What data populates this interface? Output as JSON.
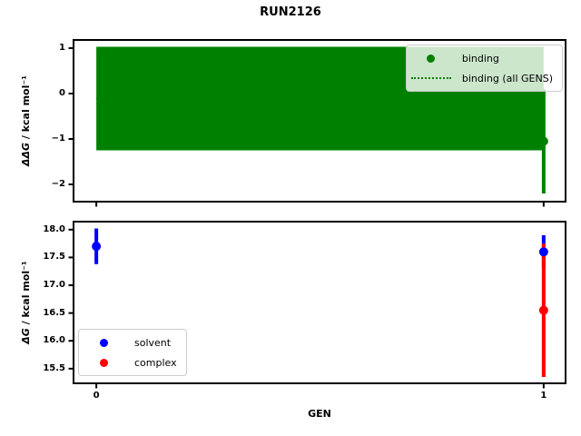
{
  "title": "RUN2126",
  "colors": {
    "binding": "#008000",
    "solvent": "#0000ff",
    "complex": "#ff0000",
    "axis": "#000000",
    "legend_border": "#cccccc"
  },
  "chart_data": [
    {
      "type": "scatter",
      "panel": "binding-panel",
      "title": "RUN2126",
      "xlabel": "",
      "ylabel": "ΔΔG / kcal mol⁻¹",
      "ylabel_parts": [
        "ΔΔG",
        " / kcal mol⁻¹"
      ],
      "xlim": [
        -0.053,
        1.051
      ],
      "ylim": [
        -2.4,
        1.2
      ],
      "ytick_values": [
        1,
        0,
        -1,
        -2
      ],
      "ytick_labels": [
        "1",
        "0",
        "−1",
        "−2"
      ],
      "xtick_values": [
        0,
        1
      ],
      "xtick_labels": [],
      "grid": false,
      "legend_position": "upper-right",
      "series": [
        {
          "name": "binding",
          "style": "errorbar-scatter",
          "color": "#008000",
          "x": [
            1
          ],
          "y": [
            -1.05
          ],
          "yerr": [
            1.15
          ]
        },
        {
          "name": "binding (all GENS)",
          "style": "band-with-dotted-line",
          "color": "#008000",
          "value": -0.11,
          "band_low": -1.25,
          "band_high": 1.03,
          "x_range": [
            0,
            1
          ]
        }
      ]
    },
    {
      "type": "scatter",
      "panel": "dg-panel",
      "xlabel": "GEN",
      "ylabel": "ΔG / kcal mol⁻¹",
      "ylabel_parts": [
        "ΔG",
        " / kcal mol⁻¹"
      ],
      "xlim": [
        -0.053,
        1.051
      ],
      "ylim": [
        15.22,
        18.16
      ],
      "ytick_values": [
        18.0,
        17.5,
        17.0,
        16.5,
        16.0,
        15.5
      ],
      "ytick_labels": [
        "18.0",
        "17.5",
        "17.0",
        "16.5",
        "16.0",
        "15.5"
      ],
      "xtick_values": [
        0,
        1
      ],
      "xtick_labels": [
        "0",
        "1"
      ],
      "grid": false,
      "legend_position": "lower-left",
      "series": [
        {
          "name": "solvent",
          "style": "errorbar-scatter",
          "color": "#0000ff",
          "x": [
            0,
            1
          ],
          "y": [
            17.7,
            17.6
          ],
          "yerr": [
            0.32,
            0.3
          ]
        },
        {
          "name": "complex",
          "style": "errorbar-scatter",
          "color": "#ff0000",
          "x": [
            1
          ],
          "y": [
            16.55
          ],
          "yerr": [
            1.2
          ]
        }
      ]
    }
  ]
}
